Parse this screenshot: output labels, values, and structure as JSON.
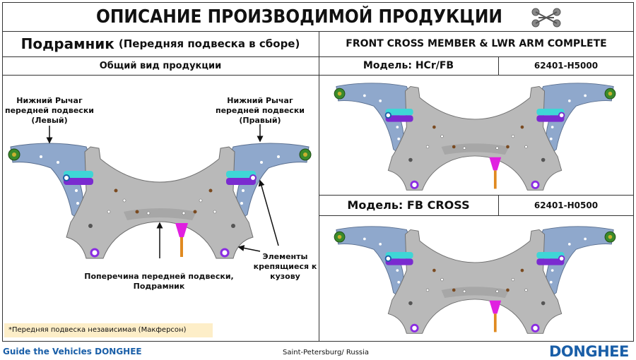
{
  "header": {
    "title": "ОПИСАНИЕ ПРОИЗВОДИМОЙ ПРОДУКЦИИ",
    "icon": "chassis-icon"
  },
  "product": {
    "name": "Подрамник",
    "name_detail": "(Передняя подвеска в сборе)",
    "english_name": "FRONT CROSS MEMBER & LWR ARM COMPLETE"
  },
  "overview": {
    "title": "Общий вид продукции",
    "labels": {
      "left_arm": "Нижний Рычаг передней подвески (Левый)",
      "right_arm": "Нижний Рычаг передней подвески (Правый)",
      "crossmember": "Поперечина передней подвески, Подрамник",
      "mounts": "Элементы крепящиеся к кузову"
    },
    "note": "*Передняя подвеска независимая (Макферсон)"
  },
  "models": [
    {
      "label": "Модель: HCr/FB",
      "part_number": "62401-H5000"
    },
    {
      "label": "Модель: FB CROSS",
      "part_number": "62401-H0500"
    }
  ],
  "footer": {
    "slogan": "Guide the Vehicles DONGHEE",
    "location": "Saint-Petersburg/ Russia",
    "logo": "DONGHEE"
  },
  "colors": {
    "arm": "#8fa8cc",
    "frame": "#b9b9b9",
    "bushing_top": "#3fd6d6",
    "bushing_bottom": "#7a2bd0",
    "accent_blue": "#1a5fa8",
    "note_bg": "#fdeec8"
  }
}
